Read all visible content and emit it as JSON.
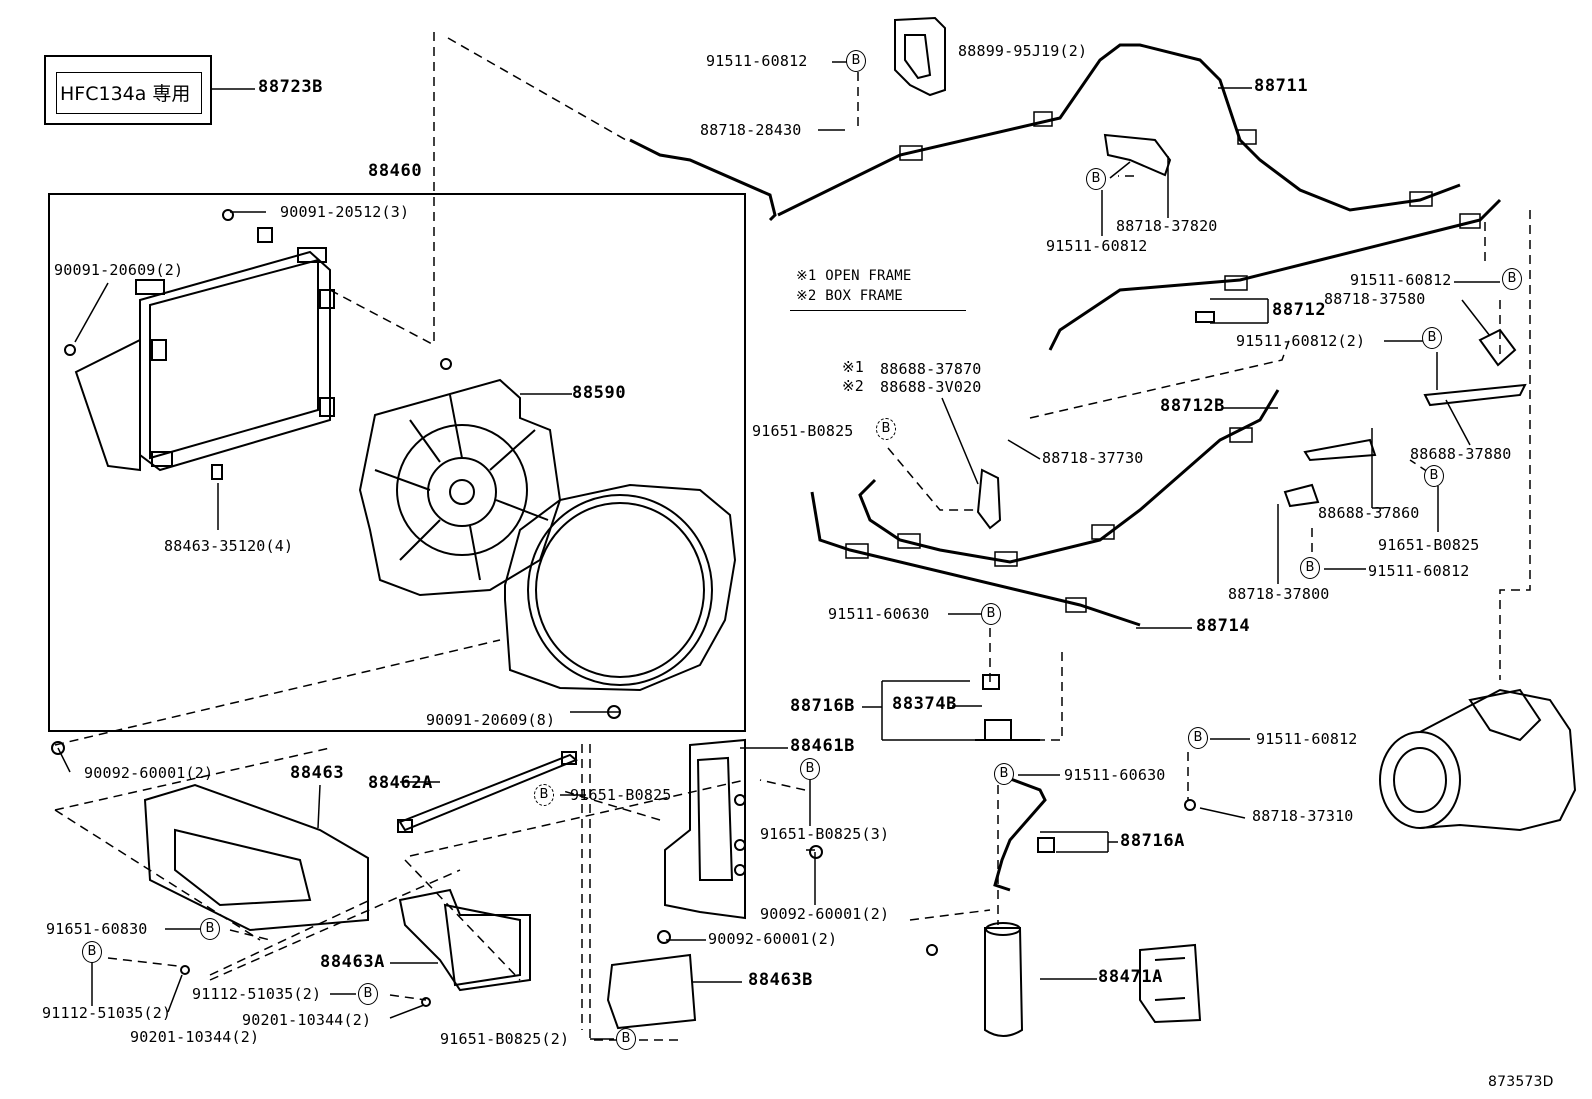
{
  "diagram_id": "873573D",
  "legend": {
    "mark1_line": "※1 OPEN FRAME",
    "mark2_line": "※2 BOX FRAME"
  },
  "warning_label": {
    "text": "HFC134a 専用",
    "part": "88723B"
  },
  "bolt_marker": "B",
  "parts": {
    "p88460": "88460",
    "p88590": "88590",
    "p88711": "88711",
    "p88712": "88712",
    "p88712B": "88712B",
    "p88714": "88714",
    "p88716B": "88716B",
    "p88374B": "88374B",
    "p88716A": "88716A",
    "p88461B": "88461B",
    "p88463": "88463",
    "p88462A": "88462A",
    "p88463A": "88463A",
    "p88463B": "88463B",
    "p88471A": "88471A",
    "p88899": "88899-95J19(2)",
    "p91511_60812_a": "91511-60812",
    "p88718_28430": "88718-28430",
    "p90091_20512": "90091-20512(3)",
    "p90091_20609_2": "90091-20609(2)",
    "p88463_35120": "88463-35120(4)",
    "p90091_20609_8": "90091-20609(8)",
    "p90092_60001_2a": "90092-60001(2)",
    "p88718_37820": "88718-37820",
    "p91511_60812_b": "91511-60812",
    "p91511_60812_c": "91511-60812",
    "p88718_37580": "88718-37580",
    "p91511_60812_2": "91511-60812(2)",
    "p88688_37870": "88688-37870",
    "p88688_3v020": "88688-3V020",
    "p88718_37730": "88718-37730",
    "p91651_b0825_a": "91651-B0825",
    "p88688_37880": "88688-37880",
    "p88688_37860": "88688-37860",
    "p91651_b0825_b": "91651-B0825",
    "p91511_60812_d": "91511-60812",
    "p88718_37800": "88718-37800",
    "p91511_60630_a": "91511-60630",
    "p91511_60812_e": "91511-60812",
    "p88718_37310": "88718-37310",
    "p91511_60630_b": "91511-60630",
    "p91651_b0825_c": "91651-B0825",
    "p91651_b0825_3": "91651-B0825(3)",
    "p90092_60001_2b": "90092-60001(2)",
    "p90092_60001_2c": "90092-60001(2)",
    "p91651_60830": "91651-60830",
    "p91112_51035_a": "91112-51035(2)",
    "p91112_51035_b": "91112-51035(2)",
    "p90201_10344_a": "90201-10344(2)",
    "p90201_10344_b": "90201-10344(2)",
    "p91651_b0825_2": "91651-B0825(2)"
  }
}
